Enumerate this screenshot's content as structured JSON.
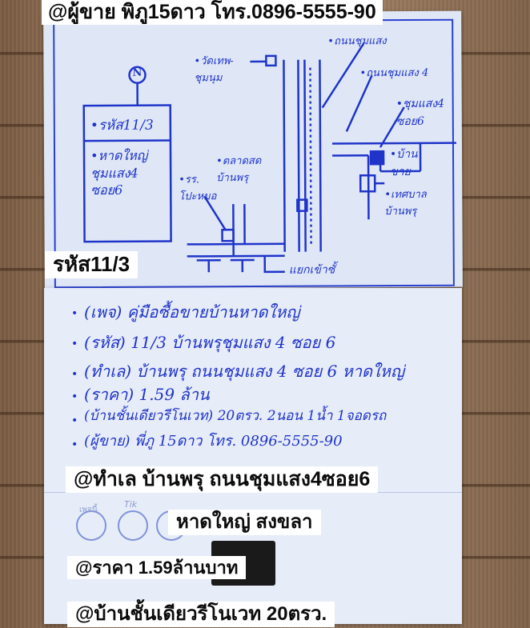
{
  "header": {
    "seller_line": "@ผู้ขาย พิภู15ดาว โทร.0896-5555-90"
  },
  "map": {
    "north_label": "N",
    "box_code": "•รหัส11/3",
    "box_location": "•หาดใหญ่\nชุมแสง4\nซอย6",
    "temple": "•วัดเทพ-\nชุมนุม",
    "road_1": "•ถนนชุมแสง",
    "road_2": "•ถนนชุมแสง 4",
    "soi": "•ชุมแสง4\nซอย6",
    "market": "•ตลาดสด\nบ้านพรุ",
    "house": "•บ้าน\nขาย",
    "school": "•รร.\nโปะหมอ",
    "municipality": "•เทศบาล\nบ้านพรุ",
    "junction": "แยกเข้าซั้"
  },
  "code_banner": "รหัส11/3",
  "notes": [
    "(เพจ) คู่มือซื้อขายบ้านหาดใหญ่",
    "(รหัส) 11/3 บ้านพรุชุมแสง 4 ซอย 6",
    "(ทำเล) บ้านพรุ ถนนชุมแสง 4 ซอย 6 หาดใหญ่",
    "(ราคา) 1.59 ล้าน",
    "(บ้านชั้นเดียวรีโนเวท) 20ตรว. 2นอน 1น้ำ 1จอดรถ",
    "(ผู้ขาย) พี่ภู 15ดาว โทร. 0896-5555-90"
  ],
  "faint_marks": [
    "เพจนี้",
    "Tik"
  ],
  "location_banner": "@ทำเล บ้านพรุ ถนนชุมแสง4ซอย6",
  "city_banner": "หาดใหญ่ สงขลา",
  "price_banner": "@ราคา 1.59ล้านบาท",
  "house_banner": "@บ้านชั้นเดียวรีโนเวท 20ตรว.",
  "colors": {
    "ink": "#1f34c9",
    "paper": "#dfe7f7",
    "banner_bg": "#ffffff"
  }
}
